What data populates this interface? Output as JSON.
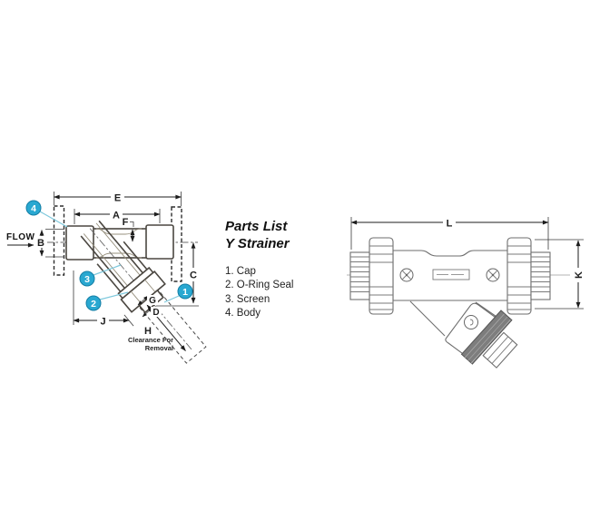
{
  "parts_list": {
    "title_line1": "Parts List",
    "title_line2": "Y Strainer",
    "items": [
      "1. Cap",
      "2. O-Ring Seal",
      "3. Screen",
      "4. Body"
    ]
  },
  "front_view": {
    "flow_label": "FLOW",
    "dim_e": "E",
    "dim_a": "A",
    "dim_f": "F",
    "dim_b": "B",
    "dim_c": "C",
    "dim_g": "G",
    "dim_d": "D",
    "dim_j": "J",
    "dim_h": "H",
    "clearance_line1": "Clearance For",
    "clearance_line2": "Removal",
    "callout_1": "1",
    "callout_2": "2",
    "callout_3": "3",
    "callout_4": "4"
  },
  "side_view": {
    "dim_l": "L",
    "dim_k": "K"
  },
  "colors": {
    "callout_fill": "#29a8d1",
    "callout_stroke": "#147ea5"
  }
}
